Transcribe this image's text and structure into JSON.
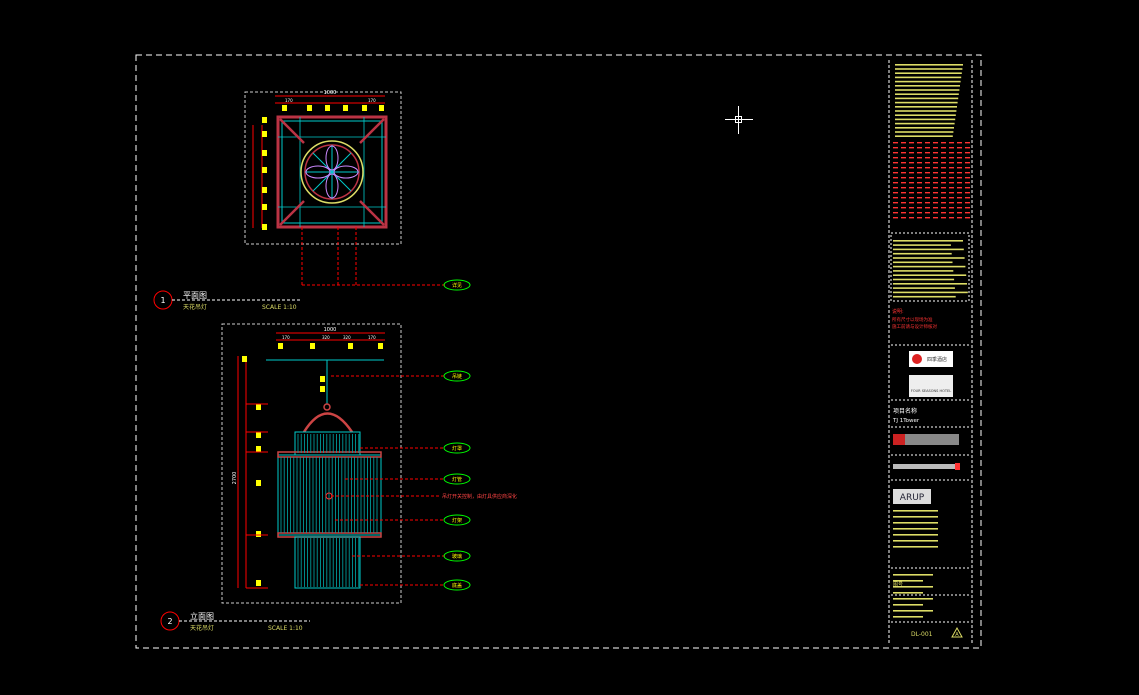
{
  "sheet": {
    "detail1": {
      "number": "1",
      "title": "平面图",
      "subtitle": "天花吊灯",
      "scale": "SCALE  1:10"
    },
    "detail2": {
      "number": "2",
      "title": "立面图",
      "subtitle": "天花吊灯",
      "scale": "SCALE  1:10"
    },
    "plan_dims": {
      "overall": "1000",
      "left": "170",
      "right": "170"
    },
    "elev_dims": {
      "overall": "1000",
      "left": "170",
      "mid": "320",
      "mid2": "320",
      "right": "170",
      "height": "2700"
    },
    "callouts": {
      "plan": "详见",
      "elev": [
        "吊链",
        "灯罩",
        "灯管",
        "灯架",
        "玻璃",
        "底盖"
      ],
      "note": "吊灯开关控制，由灯具供应商深化"
    }
  },
  "titleblock": {
    "notes_label": "说明:",
    "notes_text": "所有尺寸以现场为准\n施工前请与设计师核对",
    "client_logo": "四季酒店",
    "client_name": "FOUR SEASONS HOTEL",
    "project_label": "项目名称",
    "project_sub": "TJ  1Tower",
    "consultant_logo": "ARUP",
    "drawing_no_label": "图号",
    "drawing_no": "DL-001",
    "revision": "A"
  }
}
